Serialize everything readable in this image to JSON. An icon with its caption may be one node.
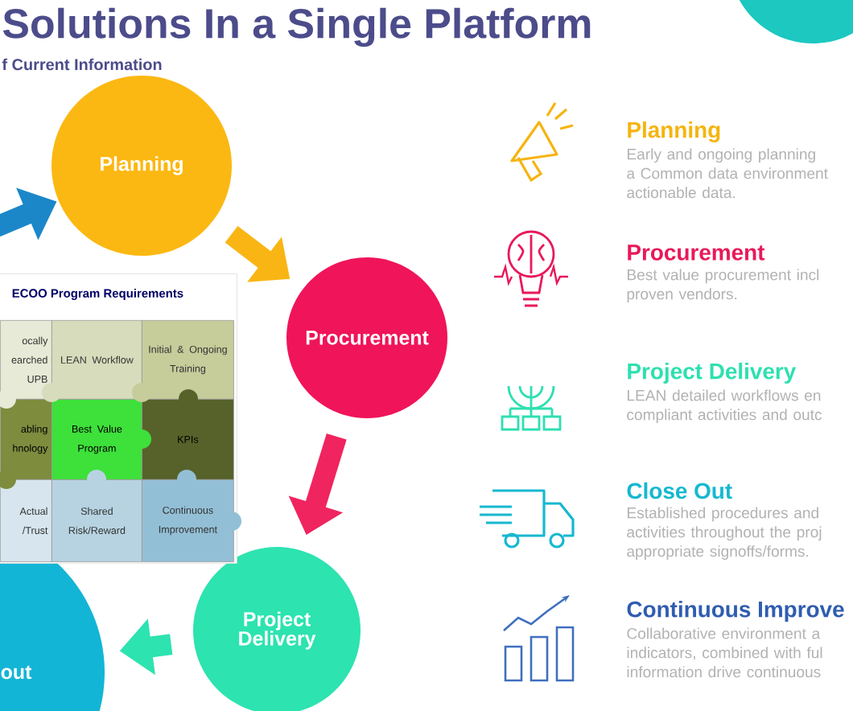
{
  "diagram": {
    "title": "Solutions In a Single Platform",
    "nodes": [
      {
        "text": [
          "Planning"
        ]
      },
      {
        "text": [
          "Procurement"
        ]
      },
      {
        "text": [
          "Project Delivery"
        ]
      },
      {
        "text": [
          "out"
        ]
      },
      {
        "text": [
          "ECOO Program Requirements"
        ]
      },
      {
        "text": [
          "ocally earched UPB"
        ],
        "in": 4
      },
      {
        "text": [
          "LEAN Workflow"
        ],
        "in": 4
      },
      {
        "text": [
          "Initial & Ongoing Training"
        ],
        "in": 4
      },
      {
        "text": [
          "abling hnology"
        ],
        "in": 4
      },
      {
        "text": [
          "Best Value Program"
        ],
        "in": 4
      },
      {
        "text": [
          "KPIs"
        ],
        "in": 4
      },
      {
        "text": [
          "Actual /Trust"
        ],
        "in": 4
      },
      {
        "text": [
          "Shared Risk/Reward"
        ],
        "in": 4
      },
      {
        "text": [
          "Continuous Improvement"
        ],
        "in": 4
      }
    ],
    "edges": [
      {
        "from": null,
        "to": 0,
        "arrow": "to",
        "color": "#1b87c9"
      },
      {
        "from": 0,
        "to": 1,
        "arrow": "to",
        "color": "#f9b514"
      },
      {
        "from": 1,
        "to": 2,
        "arrow": "to",
        "color": "#f0245e"
      },
      {
        "from": 2,
        "to": 3,
        "arrow": "to",
        "color": "#2de3b0"
      }
    ],
    "labels": [
      "f Current Information",
      "Planning",
      "Early and ongoing planning a Common data environment actionable data.",
      "Procurement",
      "Best value procurement incl proven vendors.",
      "Project Delivery",
      "LEAN detailed workflows en compliant activities and outc",
      "Close Out",
      "Established procedures and activities throughout the proj appropriate signoffs/forms.",
      "Continuous Improve",
      "Collaborative environment a indicators, combined with ful information drive continuous"
    ]
  }
}
